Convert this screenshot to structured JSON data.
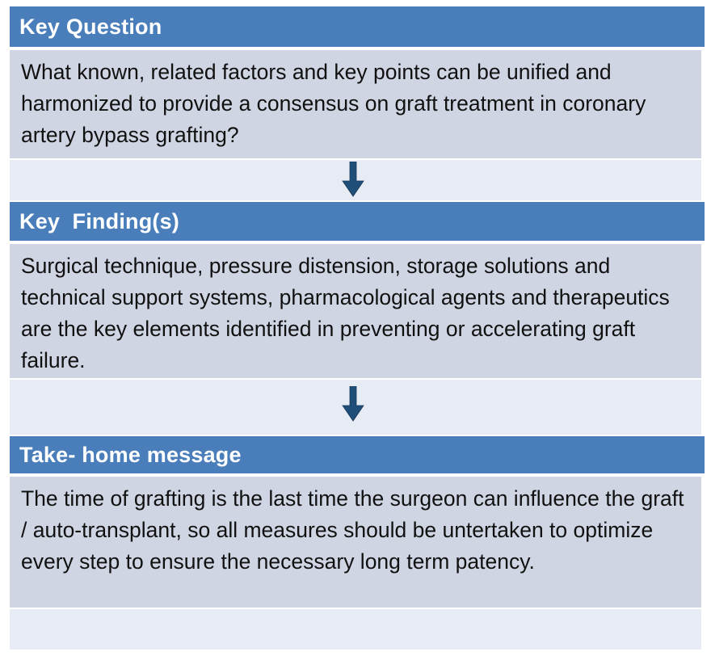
{
  "document": {
    "type": "key-points-summary-graphic",
    "background_color": "#ffffff"
  },
  "theme": {
    "header_bar_color": "#4a7ebb",
    "header_text_color": "#ffffff",
    "body_box_color": "#d0d5e4",
    "body_text_color": "#111111",
    "gap_band_color": "#e7ebf4",
    "arrow_color": "#1f4e79"
  },
  "sections": [
    {
      "id": "key-question",
      "header": "Key Question",
      "body": "What known, related factors and key points can be unified and harmonized to provide a consensus on graft treatment in coronary artery bypass grafting?"
    },
    {
      "id": "key-findings",
      "header": "Key  Finding(s)",
      "body": "Surgical technique, pressure distension, storage solutions and technical support systems, pharmacological agents and therapeutics are the key elements identified in preventing or accelerating graft failure."
    },
    {
      "id": "take-home-message",
      "header": "Take- home message",
      "body": "The time of grafting is the last time the surgeon can influence the graft / auto-transplant, so all measures should be untertaken to optimize every step to ensure the necessary long term patency."
    }
  ],
  "connectors": [
    {
      "id": "arrow-1",
      "icon": "down-arrow-icon",
      "from": "key-question",
      "to": "key-findings"
    },
    {
      "id": "arrow-2",
      "icon": "down-arrow-icon",
      "from": "key-findings",
      "to": "take-home-message"
    }
  ]
}
